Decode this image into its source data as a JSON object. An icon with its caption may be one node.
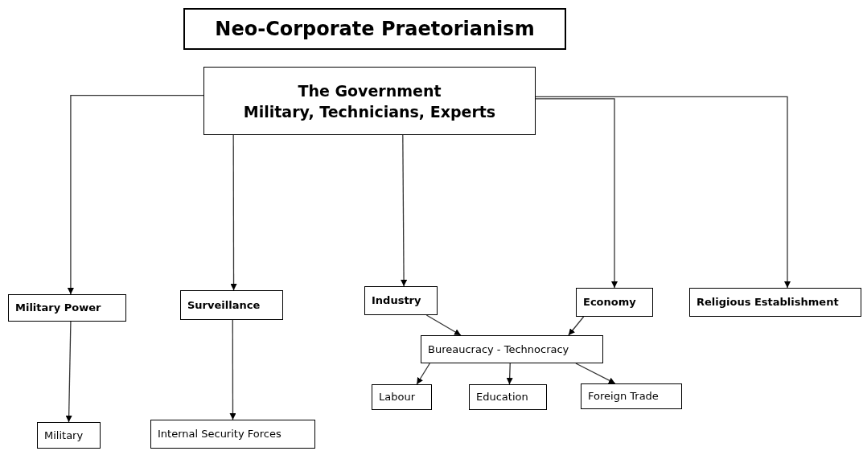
{
  "diagram": {
    "title": "Neo-Corporate Praetorianism",
    "nodes": [
      {
        "text": [
          "The Government",
          "Military, Technicians, Experts"
        ]
      },
      {
        "text": [
          "Military Power"
        ]
      },
      {
        "text": [
          "Surveillance"
        ]
      },
      {
        "text": [
          "Industry"
        ]
      },
      {
        "text": [
          "Economy"
        ]
      },
      {
        "text": [
          "Religious Establishment"
        ]
      },
      {
        "text": [
          "Bureaucracy - Technocracy"
        ]
      },
      {
        "text": [
          "Labour"
        ]
      },
      {
        "text": [
          "Education"
        ]
      },
      {
        "text": [
          "Foreign Trade"
        ]
      },
      {
        "text": [
          "Military"
        ]
      },
      {
        "text": [
          "Internal Security Forces"
        ]
      }
    ],
    "edges": [
      {
        "from": 0,
        "to": 1,
        "arrow": "to"
      },
      {
        "from": 0,
        "to": 2,
        "arrow": "to"
      },
      {
        "from": 0,
        "to": 3,
        "arrow": "to"
      },
      {
        "from": 0,
        "to": 4,
        "arrow": "to"
      },
      {
        "from": 0,
        "to": 5,
        "arrow": "to"
      },
      {
        "from": 1,
        "to": 10,
        "arrow": "to"
      },
      {
        "from": 2,
        "to": 11,
        "arrow": "to"
      },
      {
        "from": 3,
        "to": 6,
        "arrow": "to"
      },
      {
        "from": 4,
        "to": 6,
        "arrow": "to"
      },
      {
        "from": 6,
        "to": 7,
        "arrow": "to"
      },
      {
        "from": 6,
        "to": 8,
        "arrow": "to"
      },
      {
        "from": 6,
        "to": 9,
        "arrow": "to"
      }
    ]
  }
}
